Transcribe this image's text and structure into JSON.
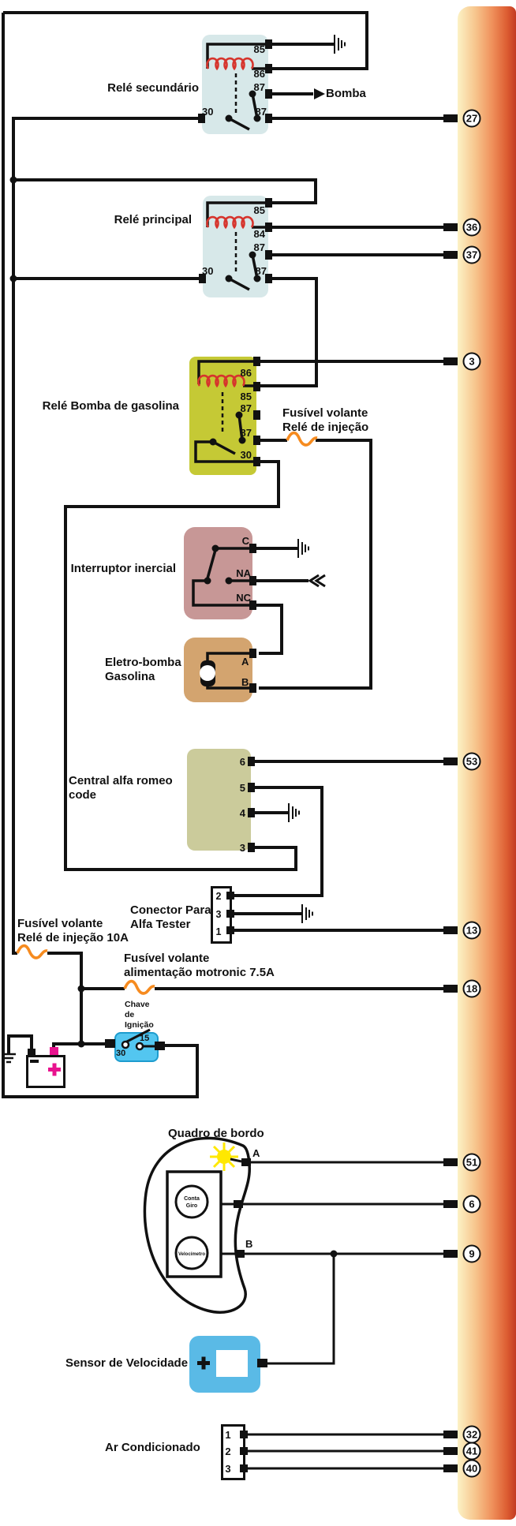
{
  "labels": {
    "rele_secundario": "Relé secundário",
    "rele_principal": "Relé principal",
    "rele_bomba": "Relé Bomba de gasolina",
    "interruptor": "Interruptor inercial",
    "eletro_1": "Eletro-bomba",
    "eletro_2": "Gasolina",
    "central_1": "Central alfa romeo",
    "central_2": "code",
    "conector_1": "Conector Para",
    "conector_2": "Alfa Tester",
    "fuse_rele_1": "Fusível volante",
    "fuse_rele_2": "Relé de injeção",
    "fuse_10a_1": "Fusível volante",
    "fuse_10a_2": "Relé de injeção 10A",
    "fuse_mot_1": "Fusível volante",
    "fuse_mot_2": "alimentação motronic 7.5A",
    "chave_1": "Chave",
    "chave_2": "de",
    "chave_3": "Ignição",
    "quadro": "Quadro de bordo",
    "sensor": "Sensor de Velocidade",
    "ar": "Ar Condicionado",
    "bomba": "Bomba",
    "conta_1": "Conta",
    "conta_2": "Giro",
    "velocimetro": "Velocímetro",
    "pin_a": "A",
    "pin_b": "B"
  },
  "rele_secundario_pins": [
    "85",
    "86",
    "87",
    "87",
    "30"
  ],
  "rele_principal_pins": [
    "85",
    "84",
    "87",
    "87",
    "30"
  ],
  "rele_bomba_pins": [
    "86",
    "85",
    "87",
    "87",
    "30"
  ],
  "interruptor_pins": [
    "C",
    "NA",
    "NC"
  ],
  "eletro_pins": [
    "A",
    "B"
  ],
  "central_pins": [
    "6",
    "5",
    "4",
    "3"
  ],
  "conector_pins": [
    "2",
    "3",
    "1"
  ],
  "chave_pins": [
    "30",
    "15"
  ],
  "ar_pins": [
    "1",
    "2",
    "3"
  ],
  "ecu_pins": [
    "27",
    "36",
    "37",
    "3",
    "53",
    "13",
    "18",
    "51",
    "6",
    "9",
    "32",
    "41",
    "40"
  ],
  "colors": {
    "wire": "#111111",
    "relay_blue": "#D7E8E9",
    "relay_olive": "#C5C935",
    "inertial_pink": "#C79796",
    "pump_tan": "#D3A46F",
    "central_khaki": "#CBCB9B",
    "ignition_blue": "#53C6F0",
    "sensor_blue": "#5ABAE6",
    "coil_red": "#D6342C",
    "fuse_orange": "#F68B1F",
    "battery_magenta": "#E8128E",
    "lamp_yellow": "#FFE800",
    "ecu_gradient_left": "#FCF2C5",
    "ecu_gradient_right": "#C23A21"
  }
}
